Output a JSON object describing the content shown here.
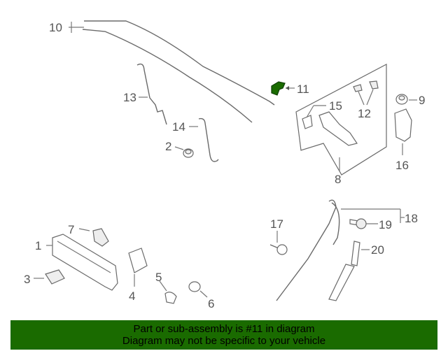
{
  "callouts": {
    "c1": "1",
    "c2": "2",
    "c3": "3",
    "c4": "4",
    "c5": "5",
    "c6": "6",
    "c7": "7",
    "c8": "8",
    "c9": "9",
    "c10": "10",
    "c11": "11",
    "c12": "12",
    "c13": "13",
    "c14": "14",
    "c15": "15",
    "c16": "16",
    "c17": "17",
    "c18": "18",
    "c19": "19",
    "c20": "20"
  },
  "highlight": {
    "color": "#1a6b00",
    "part": "11"
  },
  "banner": {
    "line1": "Part or sub-assembly is #11 in diagram",
    "line2": "Diagram may not be specific to your vehicle"
  }
}
